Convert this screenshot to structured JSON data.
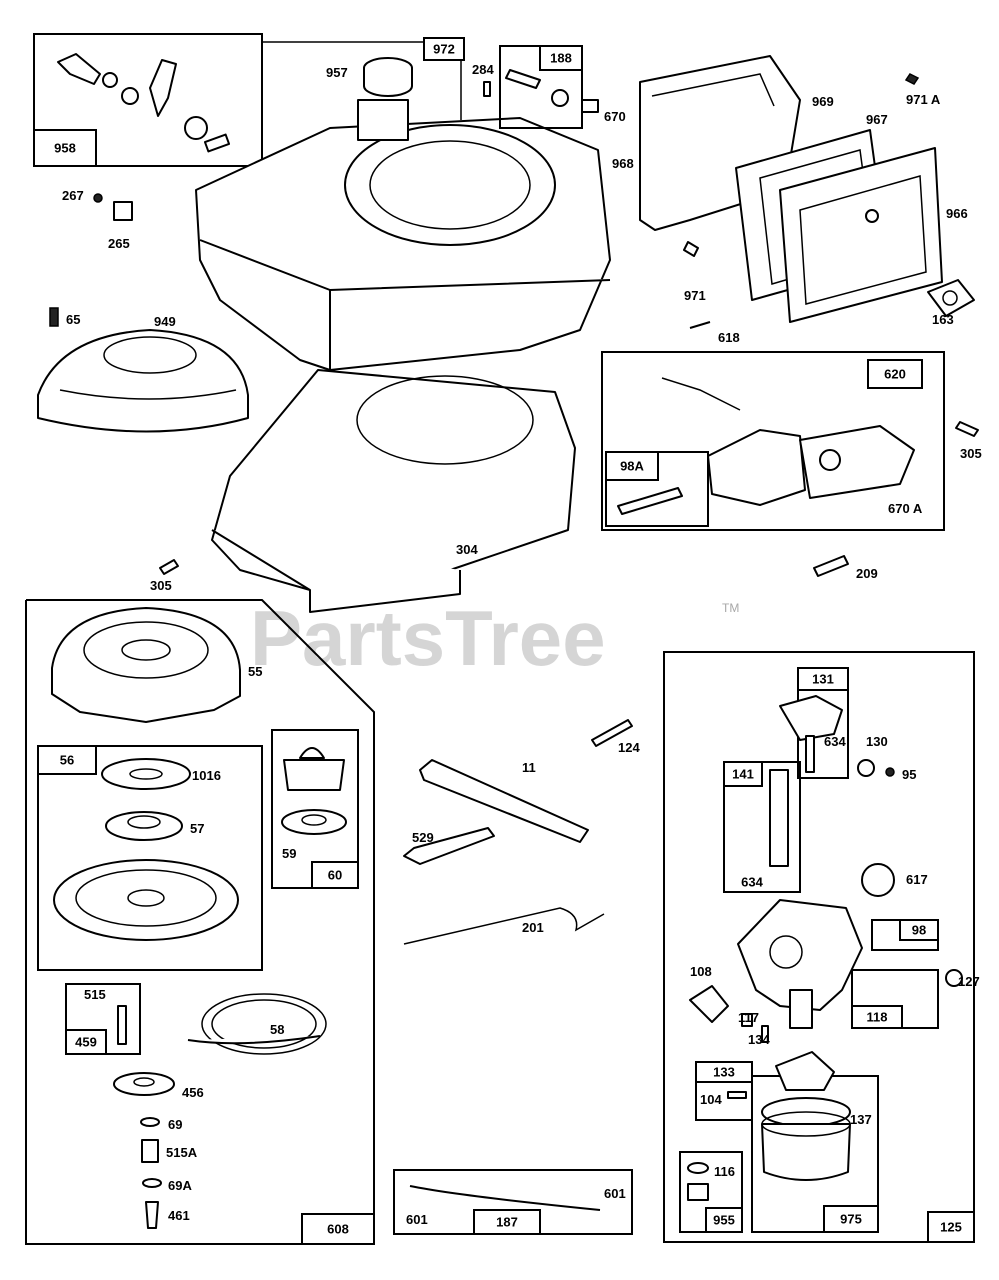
{
  "watermark": {
    "text": "PartsTree",
    "tm": "TM"
  },
  "tags": {
    "t958": "958",
    "t972": "972",
    "t188": "188",
    "t620": "620",
    "t98A": "98A",
    "t56": "56",
    "t60": "60",
    "t459": "459",
    "t608": "608",
    "t131": "131",
    "t141": "141",
    "t634b": "634",
    "t98": "98",
    "t118": "118",
    "t133": "133",
    "t955": "955",
    "t975": "975",
    "t125": "125",
    "t187": "187"
  },
  "labels": {
    "l957": "957",
    "l284": "284",
    "l670": "670",
    "l969": "969",
    "l971A": "971 A",
    "l967": "967",
    "l968": "968",
    "l966": "966",
    "l267": "267",
    "l265": "265",
    "l65": "65",
    "l949": "949",
    "l971": "971",
    "l618": "618",
    "l163": "163",
    "l305a": "305",
    "l670A": "670 A",
    "l304": "304",
    "l305b": "305",
    "l209": "209",
    "l55": "55",
    "l1016": "1016",
    "l57": "57",
    "l59": "59",
    "l515": "515",
    "l58": "58",
    "l456": "456",
    "l69": "69",
    "l515A": "515A",
    "l69A": "69A",
    "l461": "461",
    "l124": "124",
    "l11": "11",
    "l529": "529",
    "l201": "201",
    "l601a": "601",
    "l601b": "601",
    "l634": "634",
    "l130": "130",
    "l95": "95",
    "l617": "617",
    "l108": "108",
    "l117": "117",
    "l134": "134",
    "l127": "127",
    "l104": "104",
    "l137": "137",
    "l116": "116"
  }
}
